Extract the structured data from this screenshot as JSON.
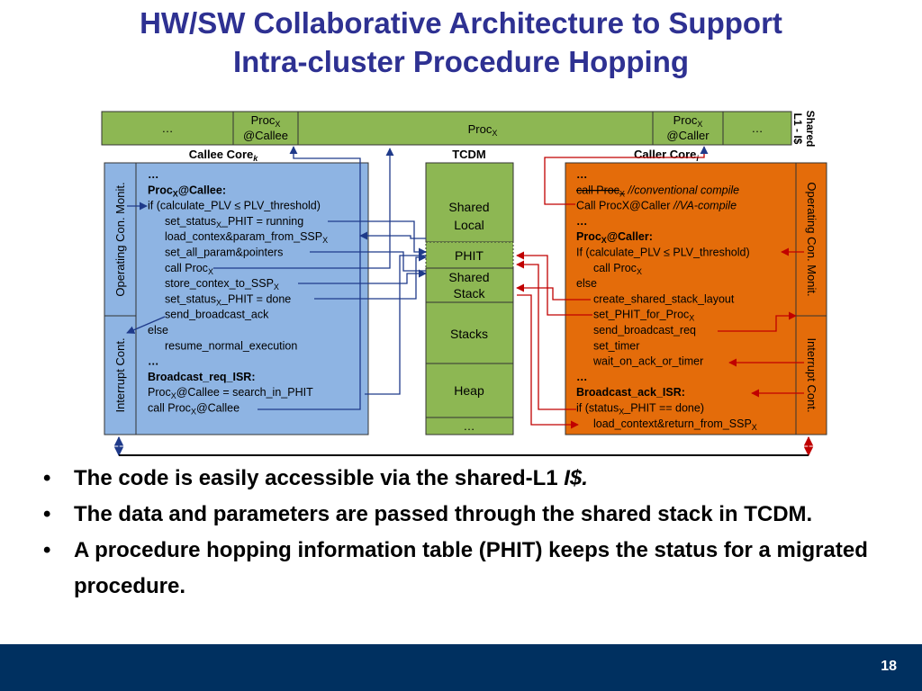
{
  "title": {
    "line1": "HW/SW Collaborative Architecture to Support",
    "line2": "Intra-cluster Procedure Hopping"
  },
  "diagram": {
    "shared_l1": {
      "ellipsis_left": "…",
      "callee_label": "Proc",
      "callee_sub": "X",
      "callee_suffix": "@Callee",
      "center_label": "Proc",
      "center_sub": "X",
      "caller_label": "Proc",
      "caller_sub": "X",
      "caller_suffix": "@Caller",
      "ellipsis_right": "…",
      "side_label_line1": "Shared",
      "side_label_line2": "L1 - I$"
    },
    "headers": {
      "callee_core": "Callee Core",
      "callee_sub": "k",
      "tcdm": "TCDM",
      "caller_core": "Caller Core",
      "caller_sub": "i"
    },
    "callee": {
      "monitor_label": "Operating Con. Monit.",
      "interrupt_label": "Interrupt Cont.",
      "code": [
        {
          "parts": [
            {
              "t": "…"
            }
          ],
          "bold": true,
          "indent": 0
        },
        {
          "parts": [
            {
              "t": "Proc"
            },
            {
              "t": "X",
              "sub": true
            },
            {
              "t": "@Callee:"
            }
          ],
          "bold": true,
          "indent": 0
        },
        {
          "parts": [
            {
              "t": "if (calculate_PLV ≤ PLV_threshold)"
            }
          ],
          "indent": 0
        },
        {
          "parts": [
            {
              "t": "set_status"
            },
            {
              "t": "X",
              "sub": true
            },
            {
              "t": "_PHIT = running"
            }
          ],
          "indent": 1
        },
        {
          "parts": [
            {
              "t": "load_contex&param_from_SSP"
            },
            {
              "t": "X",
              "sub": true
            }
          ],
          "indent": 1
        },
        {
          "parts": [
            {
              "t": "set_all_param&pointers"
            }
          ],
          "indent": 1
        },
        {
          "parts": [
            {
              "t": "call Proc"
            },
            {
              "t": "X",
              "sub": true
            }
          ],
          "indent": 1
        },
        {
          "parts": [
            {
              "t": "store_contex_to_SSP"
            },
            {
              "t": "X",
              "sub": true
            }
          ],
          "indent": 1
        },
        {
          "parts": [
            {
              "t": "set_status"
            },
            {
              "t": "X",
              "sub": true
            },
            {
              "t": "_PHIT = done"
            }
          ],
          "indent": 1
        },
        {
          "parts": [
            {
              "t": "send_broadcast_ack"
            }
          ],
          "indent": 1
        },
        {
          "parts": [
            {
              "t": "else"
            }
          ],
          "indent": 0
        },
        {
          "parts": [
            {
              "t": "resume_normal_execution"
            }
          ],
          "indent": 1
        },
        {
          "parts": [
            {
              "t": "…"
            }
          ],
          "bold": true,
          "indent": 0
        },
        {
          "parts": [
            {
              "t": "Broadcast_req_ISR:"
            }
          ],
          "bold": true,
          "indent": 0
        },
        {
          "parts": [
            {
              "t": "Proc"
            },
            {
              "t": "X",
              "sub": true
            },
            {
              "t": "@Callee = search_in_PHIT"
            }
          ],
          "indent": 0
        },
        {
          "parts": [
            {
              "t": "call Proc"
            },
            {
              "t": "X",
              "sub": true
            },
            {
              "t": "@Callee"
            }
          ],
          "indent": 0
        }
      ]
    },
    "tcdm": {
      "shared_local_line1": "Shared",
      "shared_local_line2": "Local",
      "phit": "PHIT",
      "shared_stack_line1": "Shared",
      "shared_stack_line2": "Stack",
      "stacks": "Stacks",
      "heap": "Heap",
      "ellipsis": "…"
    },
    "caller": {
      "monitor_label": "Operating Con. Monit.",
      "interrupt_label": "Interrupt Cont.",
      "code": [
        {
          "parts": [
            {
              "t": "…"
            }
          ],
          "bold": true,
          "indent": 0
        },
        {
          "parts": [
            {
              "t": "call Proc",
              "strike": true
            },
            {
              "t": "X",
              "sub": true,
              "strike": true
            },
            {
              "t": "   //conventional compile",
              "italic": true
            }
          ],
          "indent": 0
        },
        {
          "parts": [
            {
              "t": "Call ProcX@Caller  "
            },
            {
              "t": "//VA-compile",
              "italic": true
            }
          ],
          "indent": 0
        },
        {
          "parts": [
            {
              "t": "…"
            }
          ],
          "bold": true,
          "indent": 0
        },
        {
          "parts": [
            {
              "t": "Proc"
            },
            {
              "t": "X",
              "sub": true
            },
            {
              "t": "@Caller:"
            }
          ],
          "bold": true,
          "indent": 0
        },
        {
          "parts": [
            {
              "t": "If (calculate_PLV ≤ PLV_threshold)"
            }
          ],
          "indent": 0
        },
        {
          "parts": [
            {
              "t": "call Proc"
            },
            {
              "t": "X",
              "sub": true
            }
          ],
          "indent": 1
        },
        {
          "parts": [
            {
              "t": "else"
            }
          ],
          "indent": 0
        },
        {
          "parts": [
            {
              "t": "create_shared_stack_layout"
            }
          ],
          "indent": 1
        },
        {
          "parts": [
            {
              "t": "set_PHIT_for_Proc"
            },
            {
              "t": "X",
              "sub": true
            }
          ],
          "indent": 1
        },
        {
          "parts": [
            {
              "t": "send_broadcast_req"
            }
          ],
          "indent": 1
        },
        {
          "parts": [
            {
              "t": "set_timer"
            }
          ],
          "indent": 1
        },
        {
          "parts": [
            {
              "t": "wait_on_ack_or_timer"
            }
          ],
          "indent": 1
        },
        {
          "parts": [
            {
              "t": "…"
            }
          ],
          "bold": true,
          "indent": 0
        },
        {
          "parts": [
            {
              "t": "Broadcast_ack_ISR:"
            }
          ],
          "bold": true,
          "indent": 0
        },
        {
          "parts": [
            {
              "t": "if (status"
            },
            {
              "t": "X",
              "sub": true
            },
            {
              "t": "_PHIT == done)"
            }
          ],
          "indent": 0
        },
        {
          "parts": [
            {
              "t": "load_context&return_from_SSP"
            },
            {
              "t": "X",
              "sub": true
            }
          ],
          "indent": 1
        }
      ]
    },
    "colors": {
      "l1_green": "#8db753",
      "tcdm_green": "#8db753",
      "callee_blue": "#8eb4e3",
      "caller_orange": "#e46c0a",
      "callee_arrow": "#1f3a8a",
      "caller_arrow": "#c00000",
      "title": "#2e3192",
      "footer": "#003060"
    }
  },
  "bullets": [
    {
      "parts": [
        {
          "t": "The code is easily accessible via the shared-L1 "
        },
        {
          "t": "I$.",
          "italic": true
        }
      ]
    },
    {
      "parts": [
        {
          "t": "The data and parameters are passed through the shared stack in TCDM."
        }
      ]
    },
    {
      "parts": [
        {
          "t": "A procedure hopping information table (PHIT) keeps the status for a migrated procedure."
        }
      ]
    }
  ],
  "footer": {
    "page_number": "18"
  }
}
